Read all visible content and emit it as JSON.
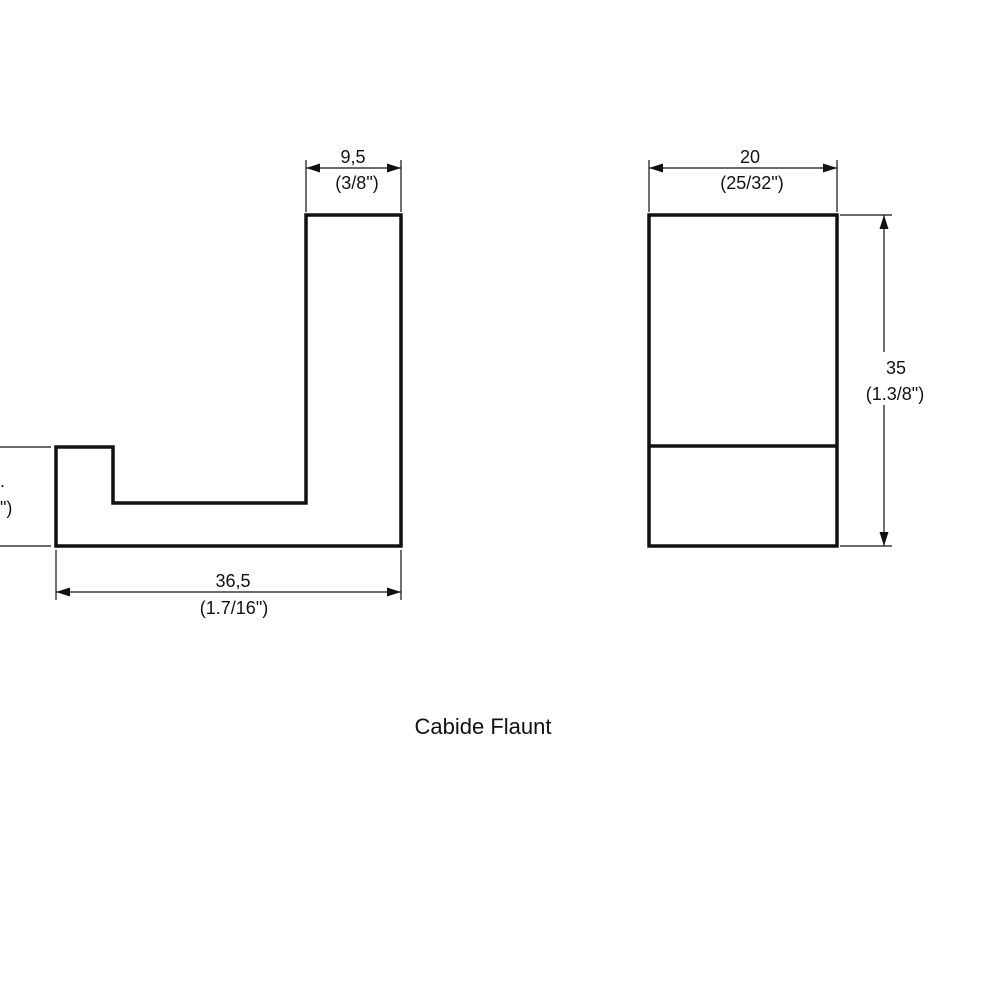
{
  "dimensions": {
    "hook_tip_width": {
      "value": "9,5",
      "imperial": "(3/8\")"
    },
    "hook_length": {
      "value": "36,5",
      "imperial": "(1.7/16\")"
    },
    "hook_side_height": {
      "value_partial": ".",
      "imperial_partial": "\")"
    },
    "front_width": {
      "value": "20",
      "imperial": "(25/32\")"
    },
    "front_height": {
      "value": "35",
      "imperial": "(1.3/8\")"
    }
  },
  "caption": "Cabide Flaunt"
}
